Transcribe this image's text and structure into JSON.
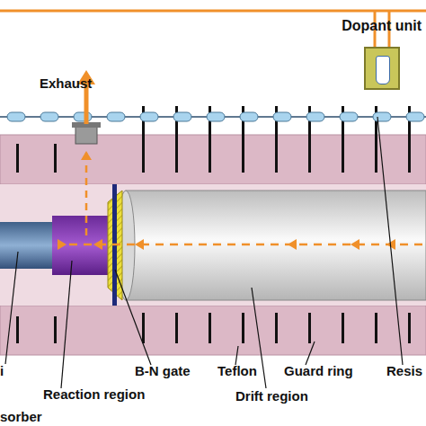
{
  "diagram": {
    "nodes": [
      {
        "text": [
          "Dopant unit"
        ]
      }
    ],
    "labels": [
      "Exhaust",
      "i",
      "Reaction region",
      "B-N gate",
      "Teflon",
      "Guard ring",
      "Resis",
      "Drift region",
      "sorber"
    ]
  }
}
